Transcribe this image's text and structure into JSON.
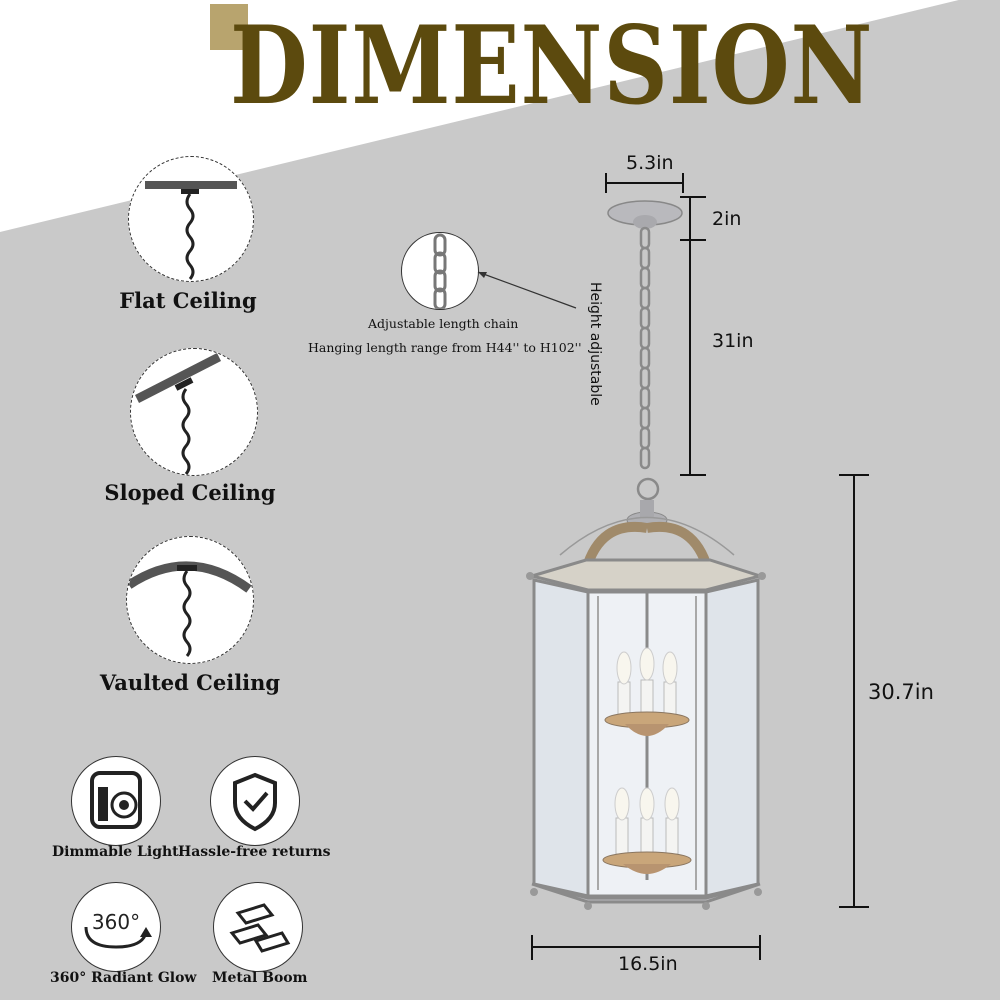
{
  "title": "DIMENSION",
  "ceilings": [
    {
      "label": "Flat Ceiling",
      "icon": "flat-ceiling-icon"
    },
    {
      "label": "Sloped Ceiling",
      "icon": "sloped-ceiling-icon"
    },
    {
      "label": "Vaulted Ceiling",
      "icon": "vaulted-ceiling-icon"
    }
  ],
  "features": [
    {
      "label": "Dimmable Light",
      "icon": "dimmer-switch-icon"
    },
    {
      "label": "Hassle-free returns",
      "icon": "shield-check-icon"
    },
    {
      "label": "360° Radiant Glow",
      "icon": "rotate-360-icon",
      "icon_text": "360°"
    },
    {
      "label": "Metal Boom",
      "icon": "metal-bars-icon"
    }
  ],
  "chain_note": {
    "line1": "Adjustable length chain",
    "line2": "Hanging length range from H44'' to H102''"
  },
  "height_adjustable": "Height adjustable",
  "dimensions": {
    "canopy_width": "5.3in",
    "canopy_height": "2in",
    "chain_length": "31in",
    "body_height": "30.7in",
    "body_width": "16.5in"
  },
  "colors": {
    "title": "#5c4a0e",
    "accent_square": "#b8a46e",
    "band": "#c8c8c8",
    "metal": "#9a9a9a"
  }
}
